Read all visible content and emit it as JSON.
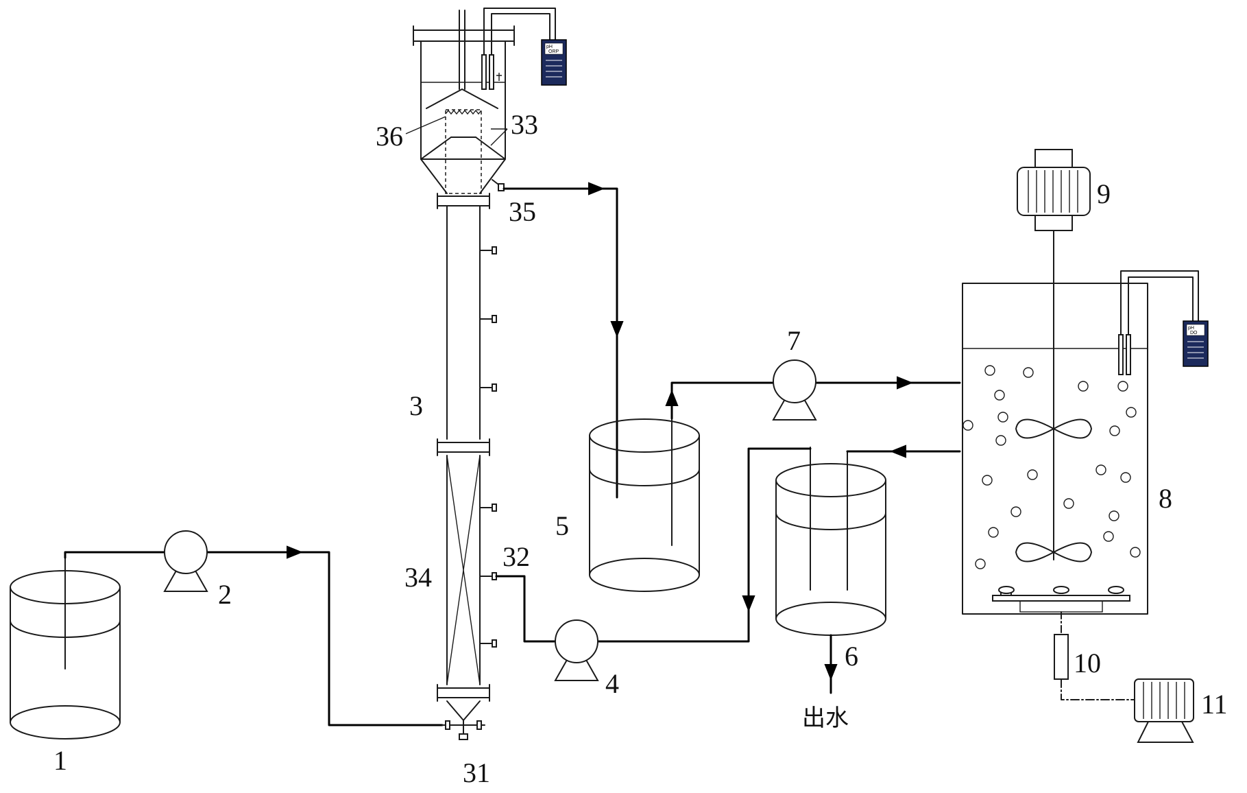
{
  "labels": {
    "n1": "1",
    "n2": "2",
    "n3": "3",
    "n4": "4",
    "n5": "5",
    "n6": "6",
    "n7": "7",
    "n8": "8",
    "n9": "9",
    "n10": "10",
    "n11": "11",
    "n31": "31",
    "n32": "32",
    "n33": "33",
    "n34": "34",
    "n35": "35",
    "n36": "36",
    "outlet": "出水"
  },
  "meters": {
    "top_meter": {
      "line1": "pH",
      "line2": "ORP"
    },
    "right_meter": {
      "line1": "pH",
      "line2": "DO"
    }
  },
  "colors": {
    "line": "#1a1a1a",
    "meter_body": "#1c2a5c"
  }
}
